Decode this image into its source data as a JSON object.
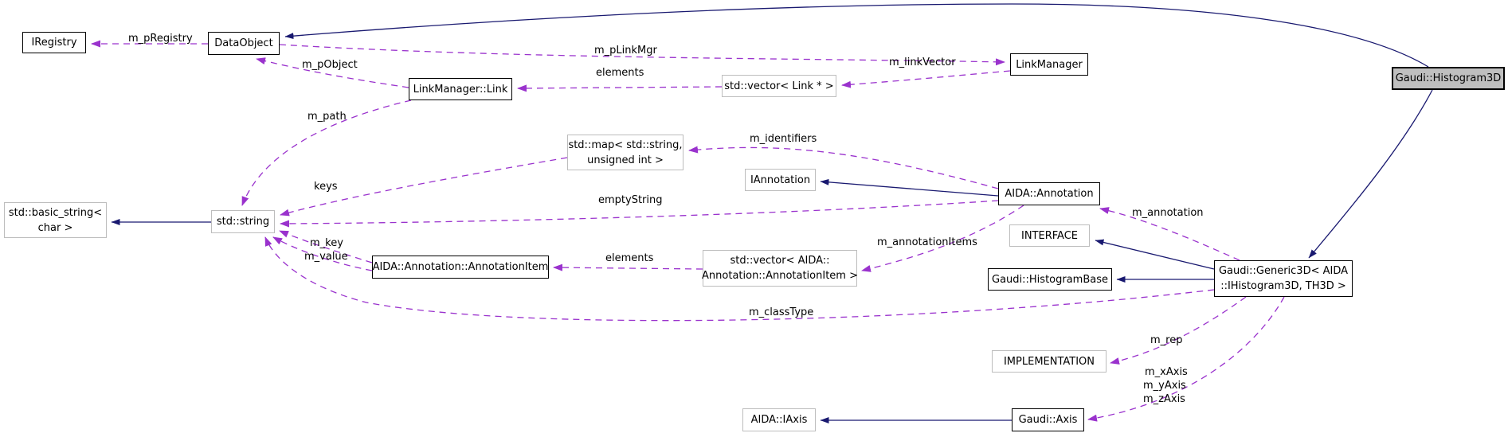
{
  "diagram": {
    "kind": "doxygen-collaboration-graph",
    "focus_class": "Gaudi::Histogram3D"
  },
  "colors": {
    "inheritance_edge": "#191970",
    "usage_edge": "#9a32cd",
    "node_border": "#000000",
    "external_node_border": "#bdbdbd",
    "focus_node_fill": "#bfbfbf",
    "background": "#ffffff"
  },
  "nodes": {
    "iregistry": {
      "label": "IRegistry"
    },
    "dataobject": {
      "label": "DataObject"
    },
    "linkmanager_link": {
      "label": "LinkManager::Link"
    },
    "vector_link": {
      "label": "std::vector< Link * >"
    },
    "linkmanager": {
      "label": "LinkManager"
    },
    "histogram3d": {
      "label": "Gaudi::Histogram3D"
    },
    "map_string_uint": {
      "line1": "std::map< std::string,",
      "line2": "unsigned int >"
    },
    "iannotation": {
      "label": "IAnnotation"
    },
    "aida_annotation": {
      "label": "AIDA::Annotation"
    },
    "basic_string": {
      "line1": "std::basic_string<",
      "line2": "char >"
    },
    "std_string": {
      "label": "std::string"
    },
    "interface": {
      "label": "INTERFACE"
    },
    "histogrambase": {
      "label": "Gaudi::HistogramBase"
    },
    "generic3d": {
      "line1": "Gaudi::Generic3D< AIDA",
      "line2": "::IHistogram3D, TH3D >"
    },
    "annotationitem": {
      "label": "AIDA::Annotation::AnnotationItem"
    },
    "vector_annotationitem": {
      "line1": "std::vector< AIDA::",
      "line2": "Annotation::AnnotationItem >"
    },
    "implementation": {
      "label": "IMPLEMENTATION"
    },
    "aida_iaxis": {
      "label": "AIDA::IAxis"
    },
    "gaudi_axis": {
      "label": "Gaudi::Axis"
    }
  },
  "edge_labels": {
    "m_pRegistry": "m_pRegistry",
    "m_pLinkMgr": "m_pLinkMgr",
    "m_pObject": "m_pObject",
    "m_linkVector": "m_linkVector",
    "elements1": "elements",
    "m_path": "m_path",
    "m_identifiers": "m_identifiers",
    "keys": "keys",
    "emptyString": "emptyString",
    "m_annotation": "m_annotation",
    "m_annotationItems": "m_annotationItems",
    "m_key": "m_key",
    "m_value": "m_value",
    "elements2": "elements",
    "m_classType": "m_classType",
    "m_rep": "m_rep",
    "m_xAxis": "m_xAxis",
    "m_yAxis": "m_yAxis",
    "m_zAxis": "m_zAxis"
  },
  "edges": [
    {
      "from": "Gaudi::Histogram3D",
      "to": "DataObject",
      "type": "inheritance"
    },
    {
      "from": "Gaudi::Histogram3D",
      "to": "Gaudi::Generic3D< AIDA::IHistogram3D, TH3D >",
      "type": "inheritance"
    },
    {
      "from": "AIDA::Annotation",
      "to": "IAnnotation",
      "type": "inheritance"
    },
    {
      "from": "std::string",
      "to": "std::basic_string< char >",
      "type": "inheritance"
    },
    {
      "from": "Gaudi::Generic3D< AIDA::IHistogram3D, TH3D >",
      "to": "INTERFACE",
      "type": "inheritance"
    },
    {
      "from": "Gaudi::Generic3D< AIDA::IHistogram3D, TH3D >",
      "to": "Gaudi::HistogramBase",
      "type": "inheritance"
    },
    {
      "from": "Gaudi::Axis",
      "to": "AIDA::IAxis",
      "type": "inheritance"
    },
    {
      "from": "DataObject",
      "to": "IRegistry",
      "type": "usage",
      "label": "m_pRegistry"
    },
    {
      "from": "DataObject",
      "to": "LinkManager",
      "type": "usage",
      "label": "m_pLinkMgr"
    },
    {
      "from": "LinkManager::Link",
      "to": "DataObject",
      "type": "usage",
      "label": "m_pObject"
    },
    {
      "from": "LinkManager",
      "to": "std::vector< Link * >",
      "type": "usage",
      "label": "m_linkVector"
    },
    {
      "from": "std::vector< Link * >",
      "to": "LinkManager::Link",
      "type": "usage",
      "label": "elements"
    },
    {
      "from": "LinkManager::Link",
      "to": "std::string",
      "type": "usage",
      "label": "m_path"
    },
    {
      "from": "std::map< std::string, unsigned int >",
      "to": "std::string",
      "type": "usage",
      "label": "keys"
    },
    {
      "from": "AIDA::Annotation",
      "to": "std::map< std::string, unsigned int >",
      "type": "usage",
      "label": "m_identifiers"
    },
    {
      "from": "AIDA::Annotation",
      "to": "std::string",
      "type": "usage",
      "label": "emptyString"
    },
    {
      "from": "Gaudi::Generic3D< AIDA::IHistogram3D, TH3D >",
      "to": "AIDA::Annotation",
      "type": "usage",
      "label": "m_annotation"
    },
    {
      "from": "AIDA::Annotation",
      "to": "std::vector< AIDA::Annotation::AnnotationItem >",
      "type": "usage",
      "label": "m_annotationItems"
    },
    {
      "from": "std::vector< AIDA::Annotation::AnnotationItem >",
      "to": "AIDA::Annotation::AnnotationItem",
      "type": "usage",
      "label": "elements"
    },
    {
      "from": "AIDA::Annotation::AnnotationItem",
      "to": "std::string",
      "type": "usage",
      "label": "m_key"
    },
    {
      "from": "AIDA::Annotation::AnnotationItem",
      "to": "std::string",
      "type": "usage",
      "label": "m_value"
    },
    {
      "from": "Gaudi::Generic3D< AIDA::IHistogram3D, TH3D >",
      "to": "std::string",
      "type": "usage",
      "label": "m_classType"
    },
    {
      "from": "Gaudi::Generic3D< AIDA::IHistogram3D, TH3D >",
      "to": "IMPLEMENTATION",
      "type": "usage",
      "label": "m_rep"
    },
    {
      "from": "Gaudi::Generic3D< AIDA::IHistogram3D, TH3D >",
      "to": "Gaudi::Axis",
      "type": "usage",
      "label": "m_xAxis m_yAxis m_zAxis"
    }
  ]
}
